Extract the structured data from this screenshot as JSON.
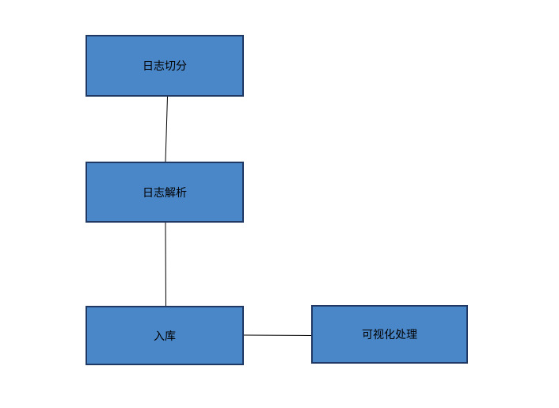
{
  "diagram": {
    "type": "flowchart",
    "background_color": "#ffffff",
    "node_fill_color": "#4a87c8",
    "node_border_color": "#1f3864",
    "label_color": "#000000",
    "connector_color": "#000000",
    "nodes": [
      {
        "id": "log-split",
        "label": "日志切分"
      },
      {
        "id": "log-parse",
        "label": "日志解析"
      },
      {
        "id": "storage",
        "label": "入库"
      },
      {
        "id": "visualization",
        "label": "可视化处理"
      }
    ],
    "edges": [
      {
        "from": "log-split",
        "to": "log-parse"
      },
      {
        "from": "log-parse",
        "to": "storage"
      },
      {
        "from": "storage",
        "to": "visualization"
      }
    ]
  }
}
